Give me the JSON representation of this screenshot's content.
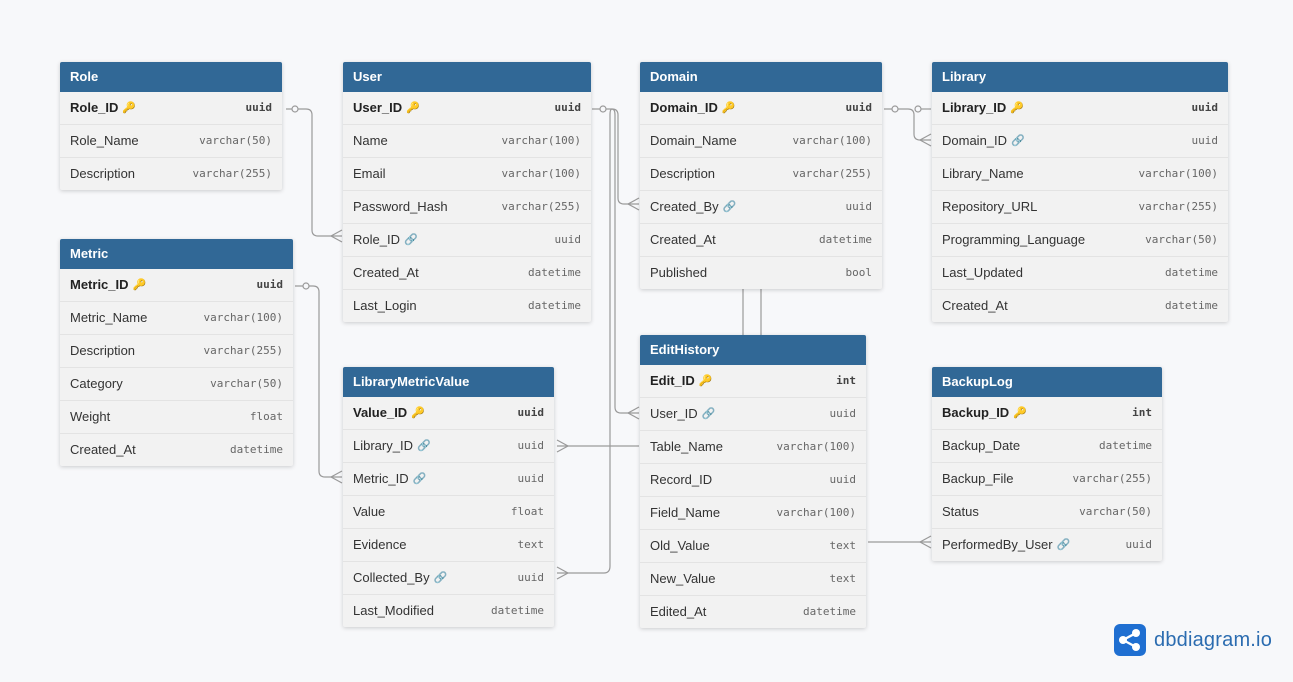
{
  "colors": {
    "header": "#316896",
    "line": "#9a9a9a",
    "logo": "#2b6cb0"
  },
  "icons": {
    "primary_key": "key-icon",
    "foreign_key": "link-icon"
  },
  "tables": {
    "role": {
      "name": "Role",
      "fields": [
        {
          "name": "Role_ID",
          "type": "uuid",
          "pk": true,
          "icon": "🔑"
        },
        {
          "name": "Role_Name",
          "type": "varchar(50)"
        },
        {
          "name": "Description",
          "type": "varchar(255)"
        }
      ]
    },
    "user": {
      "name": "User",
      "fields": [
        {
          "name": "User_ID",
          "type": "uuid",
          "pk": true,
          "icon": "🔑"
        },
        {
          "name": "Name",
          "type": "varchar(100)"
        },
        {
          "name": "Email",
          "type": "varchar(100)"
        },
        {
          "name": "Password_Hash",
          "type": "varchar(255)"
        },
        {
          "name": "Role_ID",
          "type": "uuid",
          "icon": "🔗"
        },
        {
          "name": "Created_At",
          "type": "datetime"
        },
        {
          "name": "Last_Login",
          "type": "datetime"
        }
      ]
    },
    "domain": {
      "name": "Domain",
      "fields": [
        {
          "name": "Domain_ID",
          "type": "uuid",
          "pk": true,
          "icon": "🔑"
        },
        {
          "name": "Domain_Name",
          "type": "varchar(100)"
        },
        {
          "name": "Description",
          "type": "varchar(255)"
        },
        {
          "name": "Created_By",
          "type": "uuid",
          "icon": "🔗"
        },
        {
          "name": "Created_At",
          "type": "datetime"
        },
        {
          "name": "Published",
          "type": "bool"
        }
      ]
    },
    "library": {
      "name": "Library",
      "fields": [
        {
          "name": "Library_ID",
          "type": "uuid",
          "pk": true,
          "icon": "🔑"
        },
        {
          "name": "Domain_ID",
          "type": "uuid",
          "icon": "🔗"
        },
        {
          "name": "Library_Name",
          "type": "varchar(100)"
        },
        {
          "name": "Repository_URL",
          "type": "varchar(255)"
        },
        {
          "name": "Programming_Language",
          "type": "varchar(50)"
        },
        {
          "name": "Last_Updated",
          "type": "datetime"
        },
        {
          "name": "Created_At",
          "type": "datetime"
        }
      ]
    },
    "metric": {
      "name": "Metric",
      "fields": [
        {
          "name": "Metric_ID",
          "type": "uuid",
          "pk": true,
          "icon": "🔑"
        },
        {
          "name": "Metric_Name",
          "type": "varchar(100)"
        },
        {
          "name": "Description",
          "type": "varchar(255)"
        },
        {
          "name": "Category",
          "type": "varchar(50)"
        },
        {
          "name": "Weight",
          "type": "float"
        },
        {
          "name": "Created_At",
          "type": "datetime"
        }
      ]
    },
    "librarymetricvalue": {
      "name": "LibraryMetricValue",
      "fields": [
        {
          "name": "Value_ID",
          "type": "uuid",
          "pk": true,
          "icon": "🔑"
        },
        {
          "name": "Library_ID",
          "type": "uuid",
          "icon": "🔗"
        },
        {
          "name": "Metric_ID",
          "type": "uuid",
          "icon": "🔗"
        },
        {
          "name": "Value",
          "type": "float"
        },
        {
          "name": "Evidence",
          "type": "text"
        },
        {
          "name": "Collected_By",
          "type": "uuid",
          "icon": "🔗"
        },
        {
          "name": "Last_Modified",
          "type": "datetime"
        }
      ]
    },
    "edithistory": {
      "name": "EditHistory",
      "fields": [
        {
          "name": "Edit_ID",
          "type": "int",
          "pk": true,
          "icon": "🔑"
        },
        {
          "name": "User_ID",
          "type": "uuid",
          "icon": "🔗"
        },
        {
          "name": "Table_Name",
          "type": "varchar(100)"
        },
        {
          "name": "Record_ID",
          "type": "uuid"
        },
        {
          "name": "Field_Name",
          "type": "varchar(100)"
        },
        {
          "name": "Old_Value",
          "type": "text"
        },
        {
          "name": "New_Value",
          "type": "text"
        },
        {
          "name": "Edited_At",
          "type": "datetime"
        }
      ]
    },
    "backuplog": {
      "name": "BackupLog",
      "fields": [
        {
          "name": "Backup_ID",
          "type": "int",
          "pk": true,
          "icon": "🔑"
        },
        {
          "name": "Backup_Date",
          "type": "datetime"
        },
        {
          "name": "Backup_File",
          "type": "varchar(255)"
        },
        {
          "name": "Status",
          "type": "varchar(50)"
        },
        {
          "name": "PerformedBy_User",
          "type": "uuid",
          "icon": "🔗"
        }
      ]
    }
  },
  "brand": {
    "name": "dbdiagram.io"
  }
}
